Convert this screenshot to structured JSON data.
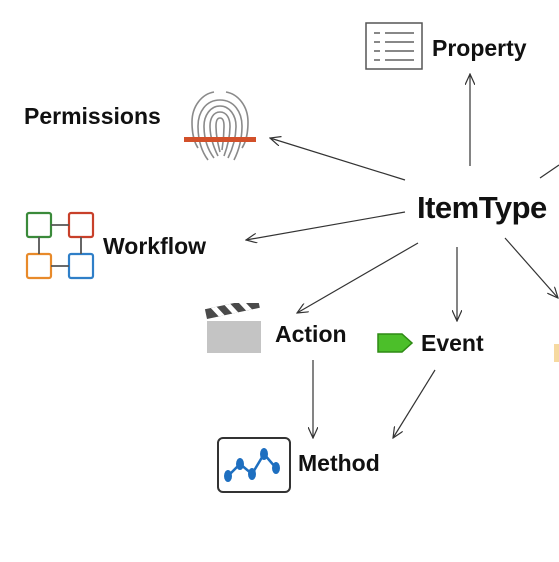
{
  "diagram": {
    "center": {
      "label": "ItemType"
    },
    "nodes": {
      "property": {
        "label": "Property",
        "icon": "list-document-icon"
      },
      "permissions": {
        "label": "Permissions",
        "icon": "fingerprint-icon"
      },
      "workflow": {
        "label": "Workflow",
        "icon": "workflow-boxes-icon"
      },
      "action": {
        "label": "Action",
        "icon": "clapperboard-icon"
      },
      "event": {
        "label": "Event",
        "icon": "green-tag-icon"
      },
      "method": {
        "label": "Method",
        "icon": "method-graph-icon"
      }
    },
    "colors": {
      "workflow_green": "#3a8a3a",
      "workflow_red": "#c8402a",
      "workflow_orange": "#e88a2a",
      "workflow_blue": "#2f7fc8",
      "fingerprint_red": "#d2502a",
      "event_green": "#4cbf2a",
      "method_blue": "#1e6fc0"
    }
  }
}
